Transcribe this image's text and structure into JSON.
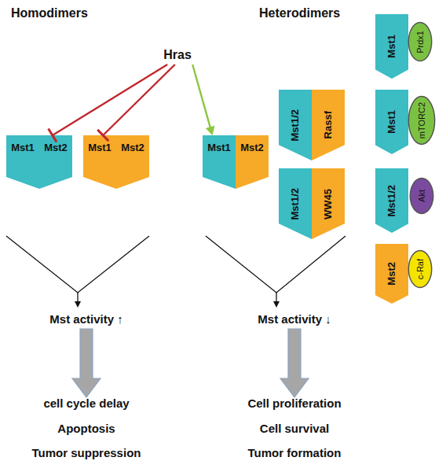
{
  "diagram": {
    "nodes": [
      {
        "text": [
          "Hras"
        ]
      },
      {
        "text": [
          "Mst1"
        ]
      },
      {
        "text": [
          "Mst2"
        ]
      },
      {
        "text": [
          "Mst1"
        ]
      },
      {
        "text": [
          "Mst2"
        ]
      },
      {
        "text": [
          "Mst1"
        ]
      },
      {
        "text": [
          "Mst2"
        ]
      },
      {
        "text": [
          "Mst1"
        ]
      },
      {
        "text": [
          "Prdx1"
        ]
      },
      {
        "text": [
          "Mst1/2"
        ]
      },
      {
        "text": [
          "Rassf"
        ]
      },
      {
        "text": [
          "Mst1"
        ]
      },
      {
        "text": [
          "mTORC2"
        ]
      },
      {
        "text": [
          "Mst1/2"
        ]
      },
      {
        "text": [
          "WW45"
        ]
      },
      {
        "text": [
          "Mst1/2"
        ]
      },
      {
        "text": [
          "Akt"
        ]
      },
      {
        "text": [
          "Mst2"
        ]
      },
      {
        "text": [
          "c-Raf"
        ]
      },
      {
        "text": [
          "Mst activity ↑"
        ]
      },
      {
        "text": [
          "cell cycle delay",
          "Apoptosis",
          "Tumor suppression"
        ]
      },
      {
        "text": [
          "Mst activity ↓"
        ]
      },
      {
        "text": [
          "Cell proliferation",
          "Cell survival",
          "Tumor formation"
        ]
      }
    ],
    "edges": [
      {
        "from": 0,
        "to": 2,
        "arrow": "to"
      },
      {
        "from": 0,
        "to": 3,
        "arrow": "to"
      },
      {
        "from": 0,
        "to": 5,
        "arrow": "to"
      },
      {
        "from": 19,
        "to": 20,
        "arrow": "to"
      },
      {
        "from": 21,
        "to": 22,
        "arrow": "to"
      }
    ],
    "labels": [
      "Homodimers",
      "Heterodimers"
    ]
  }
}
